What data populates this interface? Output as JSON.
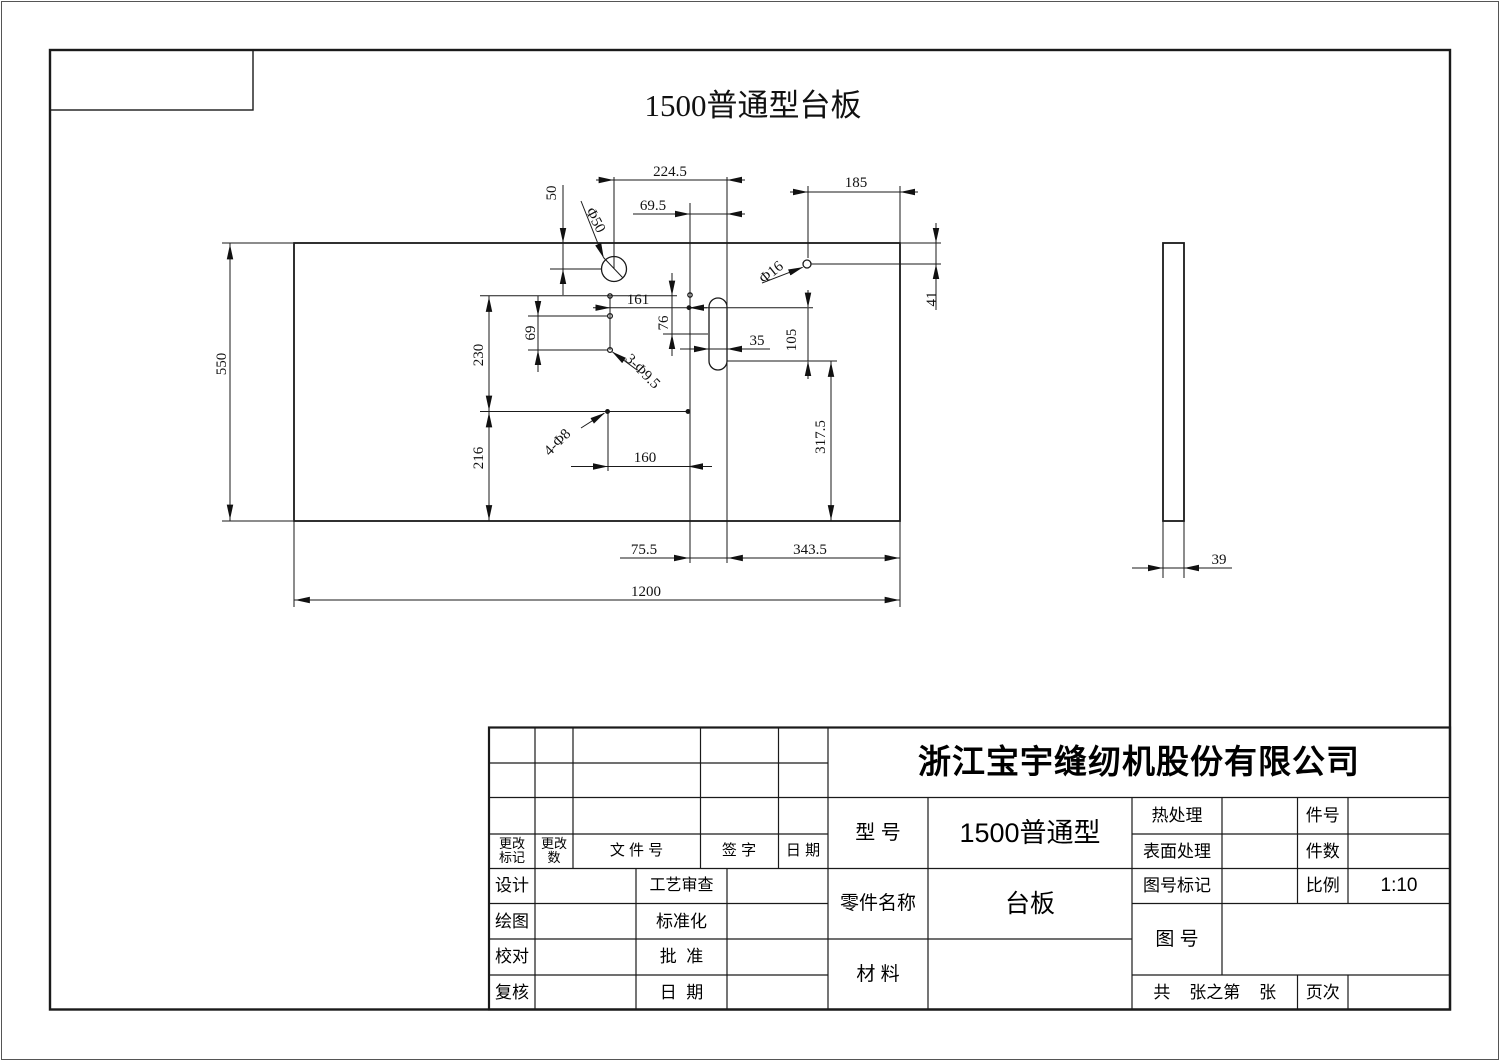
{
  "title": "1500普通型台板",
  "drawing": {
    "dims": {
      "d224_5": "224.5",
      "d185": "185",
      "d69_5": "69.5",
      "d50": "50",
      "d41": "41",
      "phi50": "Φ50",
      "phi16": "Φ16",
      "d161": "161",
      "d76": "76",
      "d69": "69",
      "d230": "230",
      "d35": "35",
      "d105": "105",
      "d3phi95": "3-Φ9.5",
      "d317_5": "317.5",
      "d216": "216",
      "d4phi8": "4-Φ8",
      "d160": "160",
      "d550": "550",
      "d75_5": "75.5",
      "d343_5": "343.5",
      "d1200": "1200",
      "d39": "39"
    }
  },
  "title_block": {
    "company": "浙江宝宇缝纫机股份有限公司",
    "change_mark": "更改\n标记",
    "change_count": "更改\n数",
    "file_no": "文 件 号",
    "sign": "签 字",
    "date": "日 期",
    "design": "设计",
    "draft": "绘图",
    "proof": "校对",
    "review": "复核",
    "process_review": "工艺审查",
    "standardization": "标准化",
    "approve": "批  准",
    "approve_date": "日  期",
    "model_label": "型 号",
    "model_value": "1500普通型",
    "part_label": "零件名称",
    "part_value": "台板",
    "material_label": "材 料",
    "heat_treat": "热处理",
    "surface_treat": "表面处理",
    "part_no": "件号",
    "part_qty": "件数",
    "drawing_no_mark": "图号标记",
    "scale_label": "比例",
    "scale_value": "1:10",
    "drawing_no": "图 号",
    "sheet_note": "共    张之第    张",
    "page_label": "页次"
  }
}
